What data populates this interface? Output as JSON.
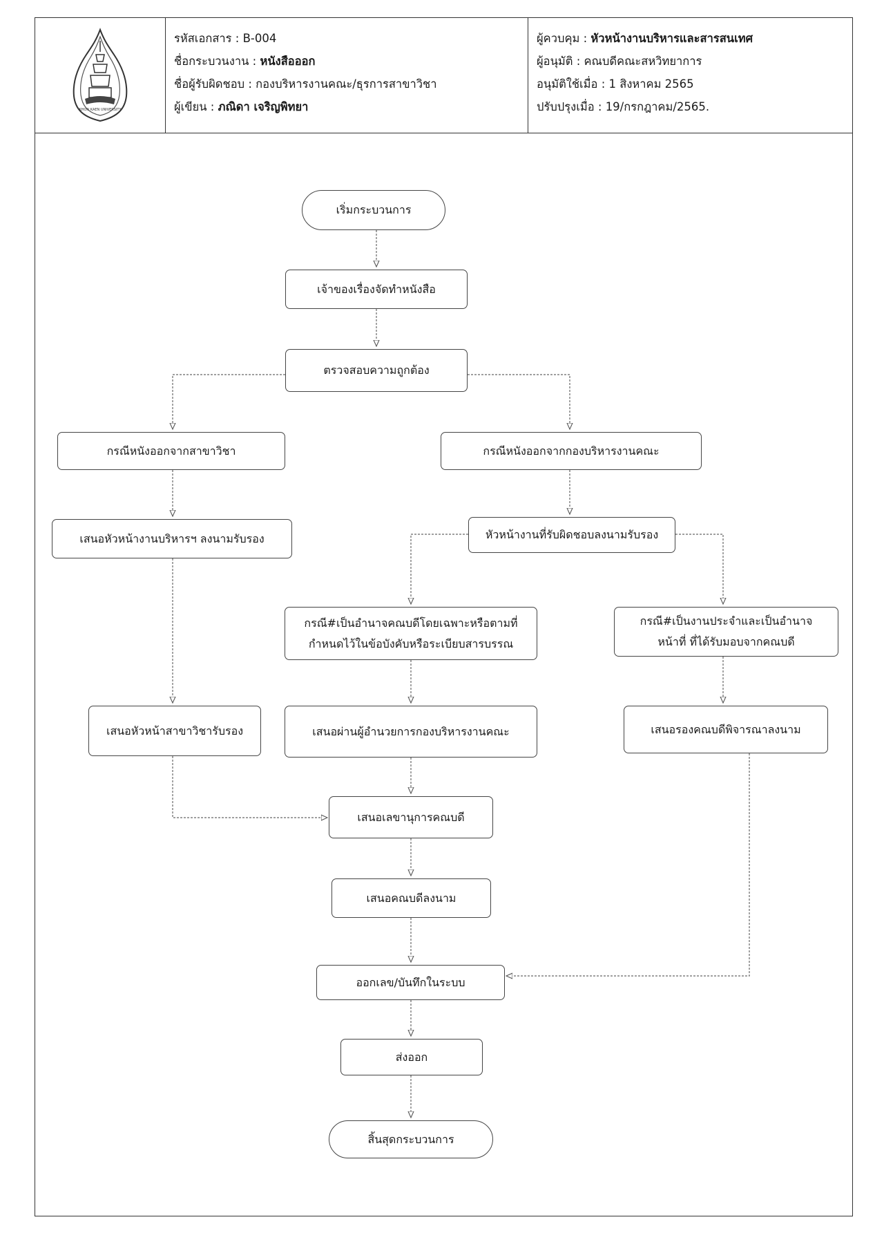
{
  "header": {
    "logo_name": "khon-kaen-university-seal",
    "logo_text": "KHON KAEN UNIVERSITY",
    "doc_code_label": "รหัสเอกสาร : ",
    "doc_code": "B-004",
    "process_label": "ชื่อกระบวนงาน : ",
    "process_name": "หนังสือออก",
    "owner_label": "ชื่อผู้รับผิดชอบ : ",
    "owner": "กองบริหารงานคณะ/ธุรการสาขาวิชา",
    "writer_label": "ผู้เขียน : ",
    "writer": "ภณิดา  เจริญพิทยา",
    "controller_label": "ผู้ควบคุม : ",
    "controller": "หัวหน้างานบริหารและสารสนเทศ",
    "approver_label": "ผู้อนุมัติ : ",
    "approver": "คณบดีคณะสหวิทยาการ",
    "approved_label": "อนุมัติใช้เมื่อ : ",
    "approved_date": "1 สิงหาคม 2565",
    "revised_label": "ปรับปรุงเมื่อ : ",
    "revised_date": "19/กรกฎาคม/2565."
  },
  "flow": {
    "start": "เริ่มกระบวนการ",
    "draft": "เจ้าของเรื่องจัดทำหนังสือ",
    "verify": "ตรวจสอบความถูกต้อง",
    "case_department": "กรณีหนังออกจากสาขาวิชา",
    "case_faculty": "กรณีหนังออกจากกองบริหารงานคณะ",
    "dept_admin_sign": "เสนอหัวหน้างานบริหารฯ ลงนามรับรอง",
    "unit_head_sign": "หัวหน้างานที่รับผิดชอบลงนามรับรอง",
    "case_dean_authority_line1": "กรณี#เป็นอำนาจคณบดีโดยเฉพาะหรือตามที่",
    "case_dean_authority_line2": "กำหนดไว้ในข้อบังคับหรือระเบียบสารบรรณ",
    "case_routine_line1": "กรณี#เป็นงานประจำและเป็นอำนาจ",
    "case_routine_line2": "หน้าที่ ที่ได้รับมอบจากคณบดี",
    "dept_head_certify": "เสนอหัวหน้าสาขาวิชารับรอง",
    "via_director": "เสนอผ่านผู้อำนวยการกองบริหารงานคณะ",
    "vice_dean_sign": "เสนอรองคณบดีพิจารณาลงนาม",
    "secretary": "เสนอเลขานุการคณบดี",
    "dean_sign": "เสนอคณบดีลงนาม",
    "issue_number": "ออกเลข/บันทึกในระบบ",
    "send_out": "ส่งออก",
    "end": "สิ้นสุดกระบวนการ"
  }
}
